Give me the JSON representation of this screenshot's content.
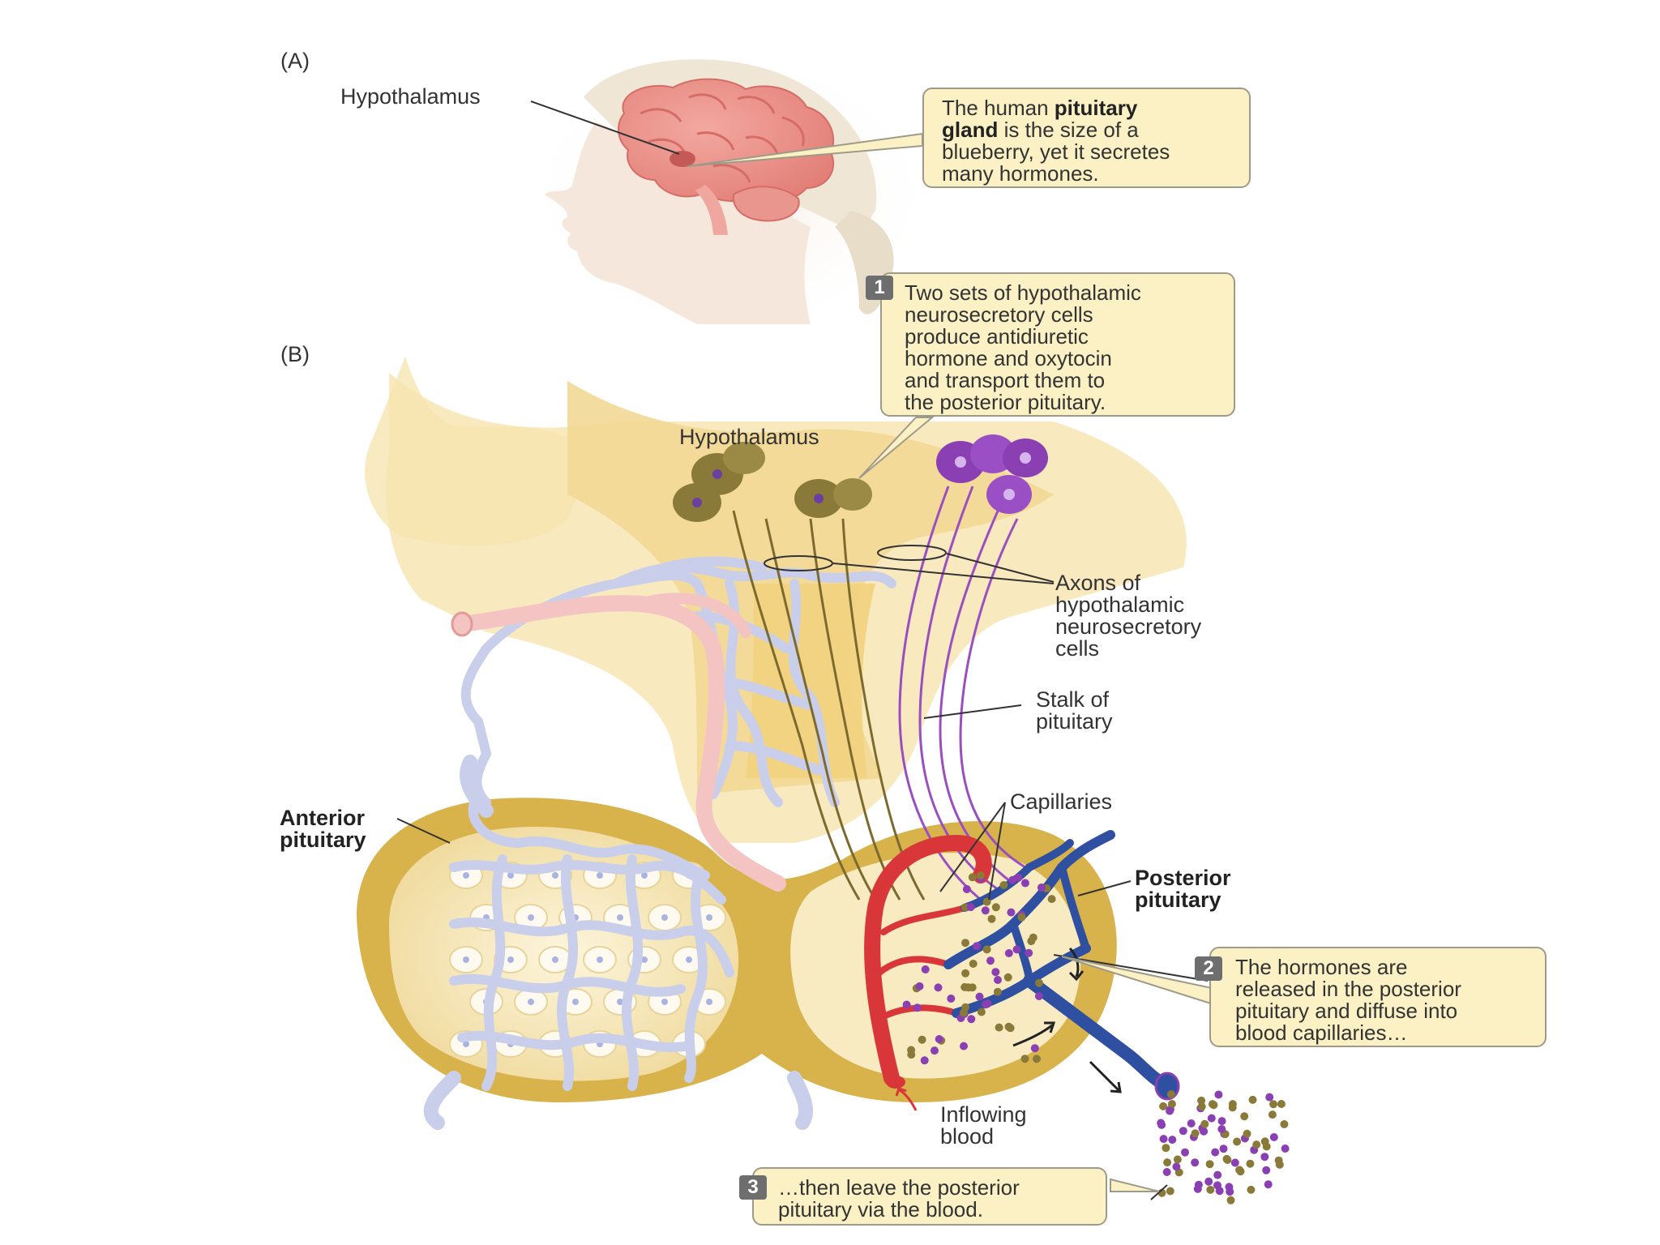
{
  "panels": {
    "a": "(A)",
    "b": "(B)"
  },
  "labels": {
    "hypothalamus_a": "Hypothalamus",
    "hypothalamus_b": "Hypothalamus",
    "axons": [
      "Axons of",
      "hypothalamic",
      "neurosecretory",
      "cells"
    ],
    "stalk": [
      "Stalk of",
      "pituitary"
    ],
    "capillaries": "Capillaries",
    "anterior": [
      "Anterior",
      "pituitary"
    ],
    "posterior": [
      "Posterior",
      "pituitary"
    ],
    "inflowing": [
      "Inflowing",
      "blood"
    ]
  },
  "callouts": {
    "pituitary": {
      "l1_a": "The human ",
      "l1_b": "pituitary",
      "l2_a": "gland",
      "l2_b": " is the size of a",
      "l3": "blueberry, yet it secretes",
      "l4": "many hormones."
    },
    "step1": {
      "number": "1",
      "lines": [
        "Two sets of hypothalamic",
        "neurosecretory cells",
        "produce antidiuretic",
        "hormone and oxytocin",
        "and transport them to",
        "the posterior pituitary."
      ]
    },
    "step2": {
      "number": "2",
      "lines": [
        "The hormones are",
        "released in the posterior",
        "pituitary and diffuse into",
        "blood capillaries…"
      ]
    },
    "step3": {
      "number": "3",
      "lines": [
        "…then leave the posterior",
        "pituitary via the blood."
      ]
    }
  },
  "colors": {
    "callout_fill": "#fbf1c4",
    "tissue": "#f4dfa0",
    "pituitary_rim": "#d8b24a",
    "artery": "#d9363a",
    "vein": "#2f4fa0",
    "portal_vessels": "#c9cfeb",
    "adh_cells": "#8a7a3a",
    "oxytocin_cells": "#8a3fb3"
  }
}
